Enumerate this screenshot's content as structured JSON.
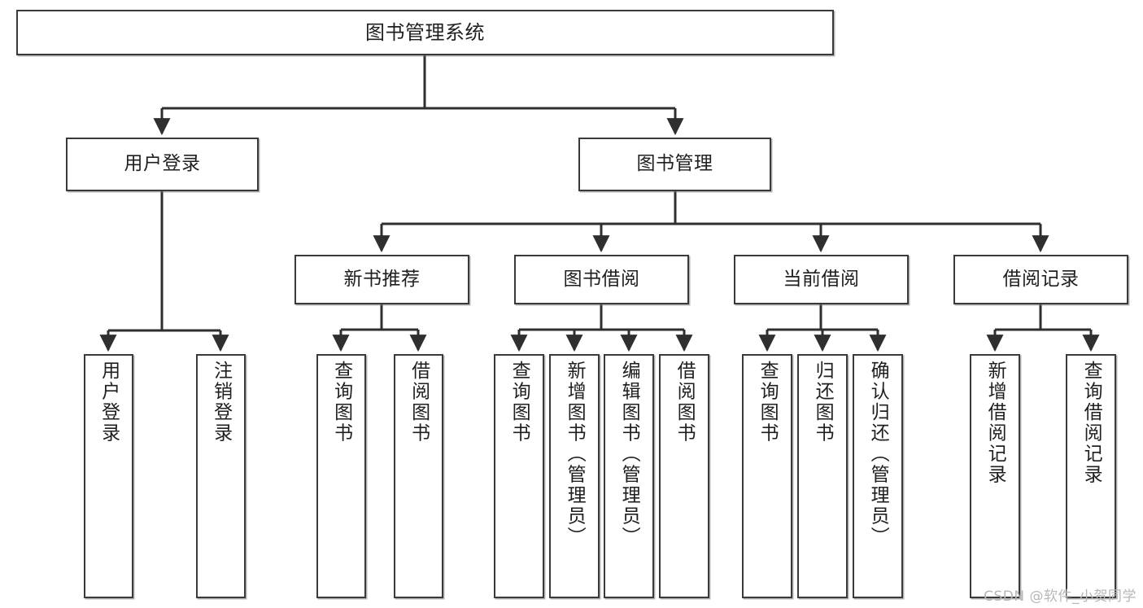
{
  "diagram": {
    "title": "图书管理系统",
    "watermark": "CSDN @软件_小贺同学",
    "levels": {
      "root": {
        "label": "图书管理系统"
      },
      "level2": [
        {
          "id": "user-login",
          "label": "用户登录"
        },
        {
          "id": "book-management",
          "label": "图书管理"
        }
      ],
      "level3": [
        {
          "id": "new-book-recommend",
          "label": "新书推荐"
        },
        {
          "id": "book-borrow",
          "label": "图书借阅"
        },
        {
          "id": "current-borrow",
          "label": "当前借阅"
        },
        {
          "id": "borrow-record",
          "label": "借阅记录"
        }
      ],
      "level4": [
        {
          "id": "leaf-user-login",
          "label": "用户登录",
          "parent": "user-login"
        },
        {
          "id": "leaf-logout-login",
          "label": "注销登录",
          "parent": "user-login"
        },
        {
          "id": "leaf-query-book-1",
          "label": "查询图书",
          "parent": "new-book-recommend"
        },
        {
          "id": "leaf-borrow-book-1",
          "label": "借阅图书",
          "parent": "new-book-recommend"
        },
        {
          "id": "leaf-query-book-2",
          "label": "查询图书",
          "parent": "book-borrow"
        },
        {
          "id": "leaf-add-book",
          "label": "新增图书（管理员）",
          "parent": "book-borrow"
        },
        {
          "id": "leaf-edit-book",
          "label": "编辑图书（管理员）",
          "parent": "book-borrow"
        },
        {
          "id": "leaf-borrow-book-2",
          "label": "借阅图书",
          "parent": "book-borrow"
        },
        {
          "id": "leaf-query-book-3",
          "label": "查询图书",
          "parent": "current-borrow"
        },
        {
          "id": "leaf-return-book",
          "label": "归还图书",
          "parent": "current-borrow"
        },
        {
          "id": "leaf-confirm-return",
          "label": "确认归还（管理员）",
          "parent": "current-borrow"
        },
        {
          "id": "leaf-add-borrow-record",
          "label": "新增借阅记录",
          "parent": "borrow-record"
        },
        {
          "id": "leaf-query-borrow-record",
          "label": "查询借阅记录",
          "parent": "borrow-record"
        }
      ]
    },
    "colors": {
      "box_border": "#3a3a3a",
      "box_fill": "#ffffff",
      "connector": "#2f2f2f",
      "text": "#1f1f1f",
      "watermark": "#b7b7b7"
    }
  }
}
